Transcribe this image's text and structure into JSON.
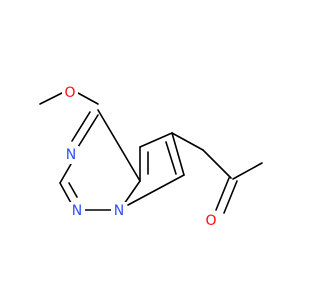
{
  "molecule": {
    "atoms": {
      "o_methoxy": {
        "text": "O",
        "color": "#ff0d0d"
      },
      "n_ring": {
        "text": "N",
        "color": "#3050f8"
      },
      "n_bottom_left": {
        "text": "N",
        "color": "#3050f8"
      },
      "n_bridge": {
        "text": "N",
        "color": "#3050f8"
      },
      "o_ketone": {
        "text": "O",
        "color": "#ff0d0d"
      }
    },
    "bond_color": "#000000"
  }
}
